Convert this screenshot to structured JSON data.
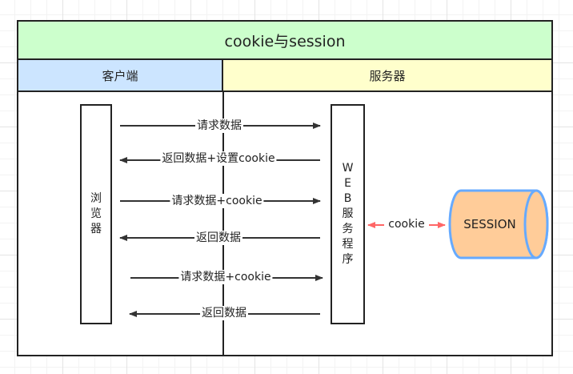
{
  "title": "cookie与session",
  "lanes": {
    "client": "客户端",
    "server": "服务器"
  },
  "actors": {
    "browser": [
      "浏",
      "览",
      "器"
    ],
    "web": [
      "W",
      "E",
      "B",
      "服",
      "务",
      "程",
      "序"
    ],
    "session": "SESSION"
  },
  "messages": [
    {
      "label": "请求数据",
      "direction": "right"
    },
    {
      "label": "返回数据+设置cookie",
      "direction": "left"
    },
    {
      "label": "请求数据+cookie",
      "direction": "right"
    },
    {
      "label": "返回数据",
      "direction": "left"
    },
    {
      "label": "请求数据+cookie",
      "direction": "right"
    },
    {
      "label": "返回数据",
      "direction": "left"
    }
  ],
  "link": {
    "label": "cookie"
  },
  "colors": {
    "title": "#ccffcc",
    "client": "#cce5ff",
    "server": "#ffffcc",
    "session_fill": "#ffcc99",
    "session_stroke": "#66aaff",
    "link_arrow": "#ff6666"
  }
}
